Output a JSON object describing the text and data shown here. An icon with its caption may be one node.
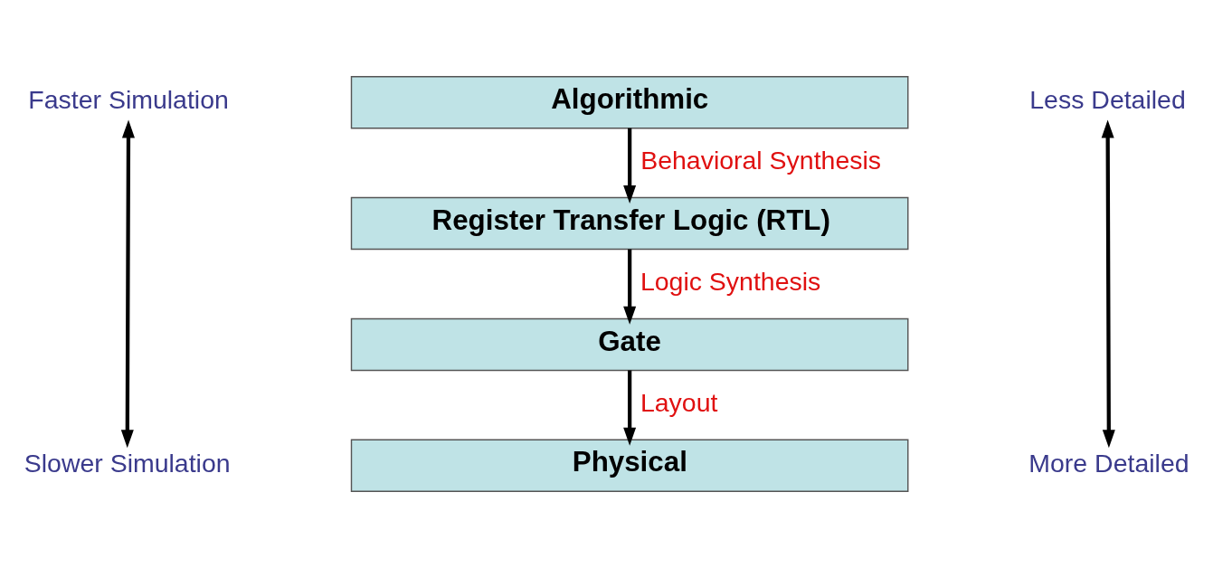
{
  "diagram": {
    "nodes": [
      {
        "text": [
          "Algorithmic"
        ]
      },
      {
        "text": [
          "Register Transfer Logic (RTL)"
        ]
      },
      {
        "text": [
          "Gate"
        ]
      },
      {
        "text": [
          "Physical"
        ]
      },
      {
        "text": [
          "Faster Simulation"
        ]
      },
      {
        "text": [
          "Slower Simulation"
        ]
      },
      {
        "text": [
          "Less Detailed"
        ]
      },
      {
        "text": [
          "More Detailed"
        ]
      }
    ],
    "edges": [
      {
        "from": 0,
        "to": 1,
        "arrow": "to",
        "label": "Behavioral Synthesis"
      },
      {
        "from": 1,
        "to": 2,
        "arrow": "to",
        "label": "Logic Synthesis"
      },
      {
        "from": 2,
        "to": 3,
        "arrow": "to",
        "label": "Layout"
      },
      {
        "from": 4,
        "to": 5,
        "arrow": "both"
      },
      {
        "from": 6,
        "to": 7,
        "arrow": "both"
      }
    ]
  }
}
